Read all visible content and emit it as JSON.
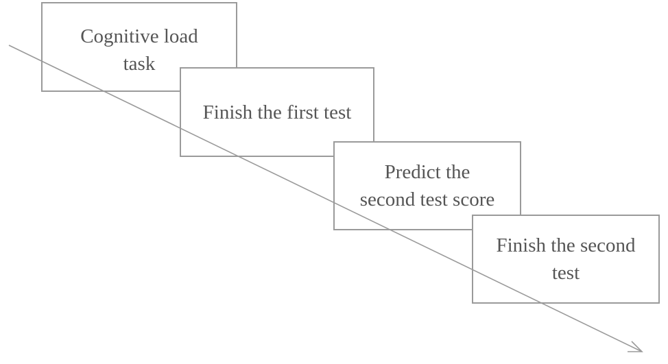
{
  "diagram": {
    "steps": [
      {
        "label": "Cognitive  load\ntask"
      },
      {
        "label": "Finish the first test"
      },
      {
        "label": "Predict the\nsecond test  score"
      },
      {
        "label": "Finish the second\ntest"
      }
    ]
  }
}
